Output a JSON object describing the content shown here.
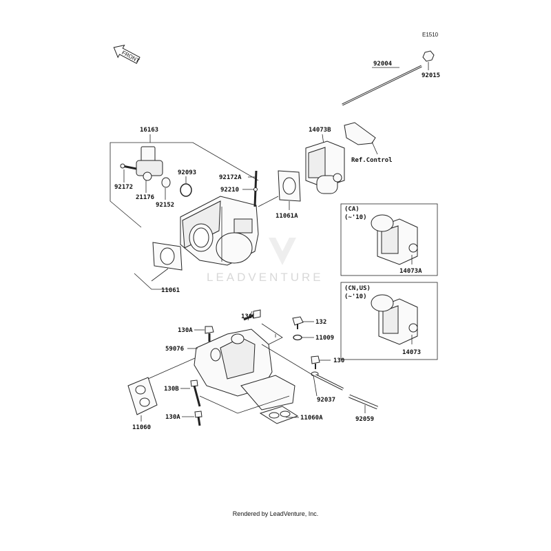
{
  "diagram": {
    "code": "E1510",
    "front": "FRONT",
    "ref_control": "Ref.Control",
    "watermark": "LEADVENTURE",
    "footer": "Rendered by LeadVenture, Inc."
  },
  "parts": {
    "p92004": "92004",
    "p92015": "92015",
    "p16163": "16163",
    "p14073B": "14073B",
    "p92172": "92172",
    "p21176": "21176",
    "p92152": "92152",
    "p92093": "92093",
    "p92172A": "92172A",
    "p92210": "92210",
    "p11061A": "11061A",
    "p11061": "11061",
    "p14073A": "14073A",
    "p14073": "14073",
    "p130B_top": "130B",
    "p130A_top": "130A",
    "p132": "132",
    "p11009": "11009",
    "p59076": "59076",
    "p130": "130",
    "p130B_low": "130B",
    "p92037": "92037",
    "p130A_low": "130A",
    "p11060": "11060",
    "p11060A": "11060A",
    "p92059": "92059"
  },
  "variants": {
    "ca_region": "(CA)",
    "ca_year": "(~'10)",
    "cnus_region": "(CN,US)",
    "cnus_year": "(~'10)"
  }
}
